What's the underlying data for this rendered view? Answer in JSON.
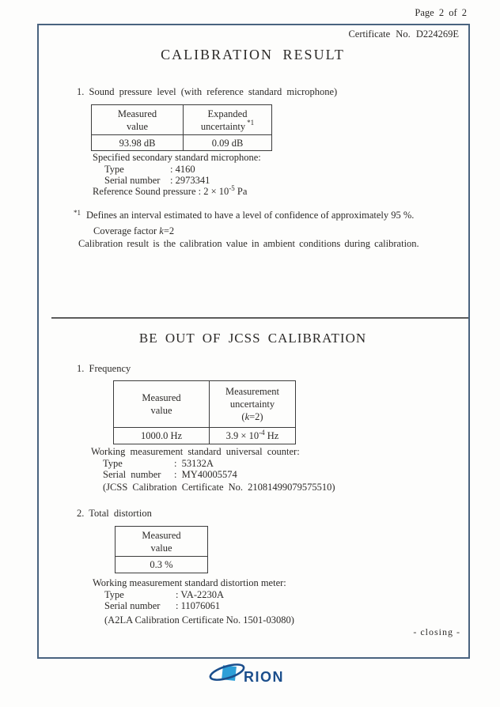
{
  "page": {
    "page_label": "Page 2 of 2",
    "certificate_no": "Certificate No. D224269E",
    "closing_label": "- closing -"
  },
  "calibration_result": {
    "title": "CALIBRATION RESULT",
    "section_heading": "1. Sound pressure level (with reference standard microphone)",
    "table": {
      "col1_header_lines": [
        "Measured",
        "value"
      ],
      "col2_header_line1": "Expanded",
      "col2_header_line2": "uncertainty",
      "col2_header_sup": "*1",
      "values": [
        "93.98 dB",
        "0.09 dB"
      ]
    },
    "microphone": {
      "heading": "Specified secondary standard microphone:",
      "rows": [
        {
          "label": "Type",
          "value": ": 4160"
        },
        {
          "label": "Serial number",
          "value": ": 2973341"
        }
      ],
      "reference_pressure_base": "Reference Sound pressure : 2 × 10",
      "reference_pressure_sup": "-5",
      "reference_pressure_after": "  Pa"
    },
    "footnote": {
      "marker": "*1",
      "text": "Defines an interval estimated to have a level of confidence of approximately 95 %.",
      "coverage_prefix": "Coverage factor ",
      "coverage_k": "k",
      "coverage_rest": "=2",
      "ambient_note": "Calibration result is the calibration value in ambient conditions during calibration."
    }
  },
  "jcss_section": {
    "title": "BE OUT OF JCSS CALIBRATION",
    "frequency": {
      "heading": "1. Frequency",
      "table": {
        "col1_header_lines": [
          "Measured",
          "value"
        ],
        "col2_header_line1": "Measurement",
        "col2_header_line2": "uncertainty",
        "col2_paren_open": "(",
        "col2_k": "k",
        "col2_paren_rest": "=2)",
        "value1": "1000.0 Hz",
        "value2_base": "3.9 × 10",
        "value2_sup": "-4",
        "value2_after": " Hz"
      },
      "counter": {
        "heading": "Working measurement standard universal counter:",
        "rows": [
          {
            "label": "Type",
            "value": ": 53132A"
          },
          {
            "label": "Serial number",
            "value": ": MY40005574"
          }
        ],
        "certificate": "(JCSS Calibration Certificate No. 21081499079575510)"
      }
    },
    "distortion": {
      "heading": "2. Total distortion",
      "table": {
        "header_lines": [
          "Measured",
          "value"
        ],
        "value": "0.3 %"
      },
      "meter": {
        "heading": "Working measurement standard distortion meter:",
        "rows": [
          {
            "label": "Type",
            "value": ": VA-2230A"
          },
          {
            "label": "Serial number",
            "value": ": 11076061"
          }
        ],
        "certificate": "(A2LA Calibration Certificate No. 1501-03080)"
      }
    }
  },
  "logo": {
    "text": "RION",
    "navy": "#1b4e8c",
    "blue": "#2d9fd8"
  },
  "colors": {
    "border": "#49637f",
    "ink": "#2c2a28",
    "divider": "#5c5c5c"
  }
}
